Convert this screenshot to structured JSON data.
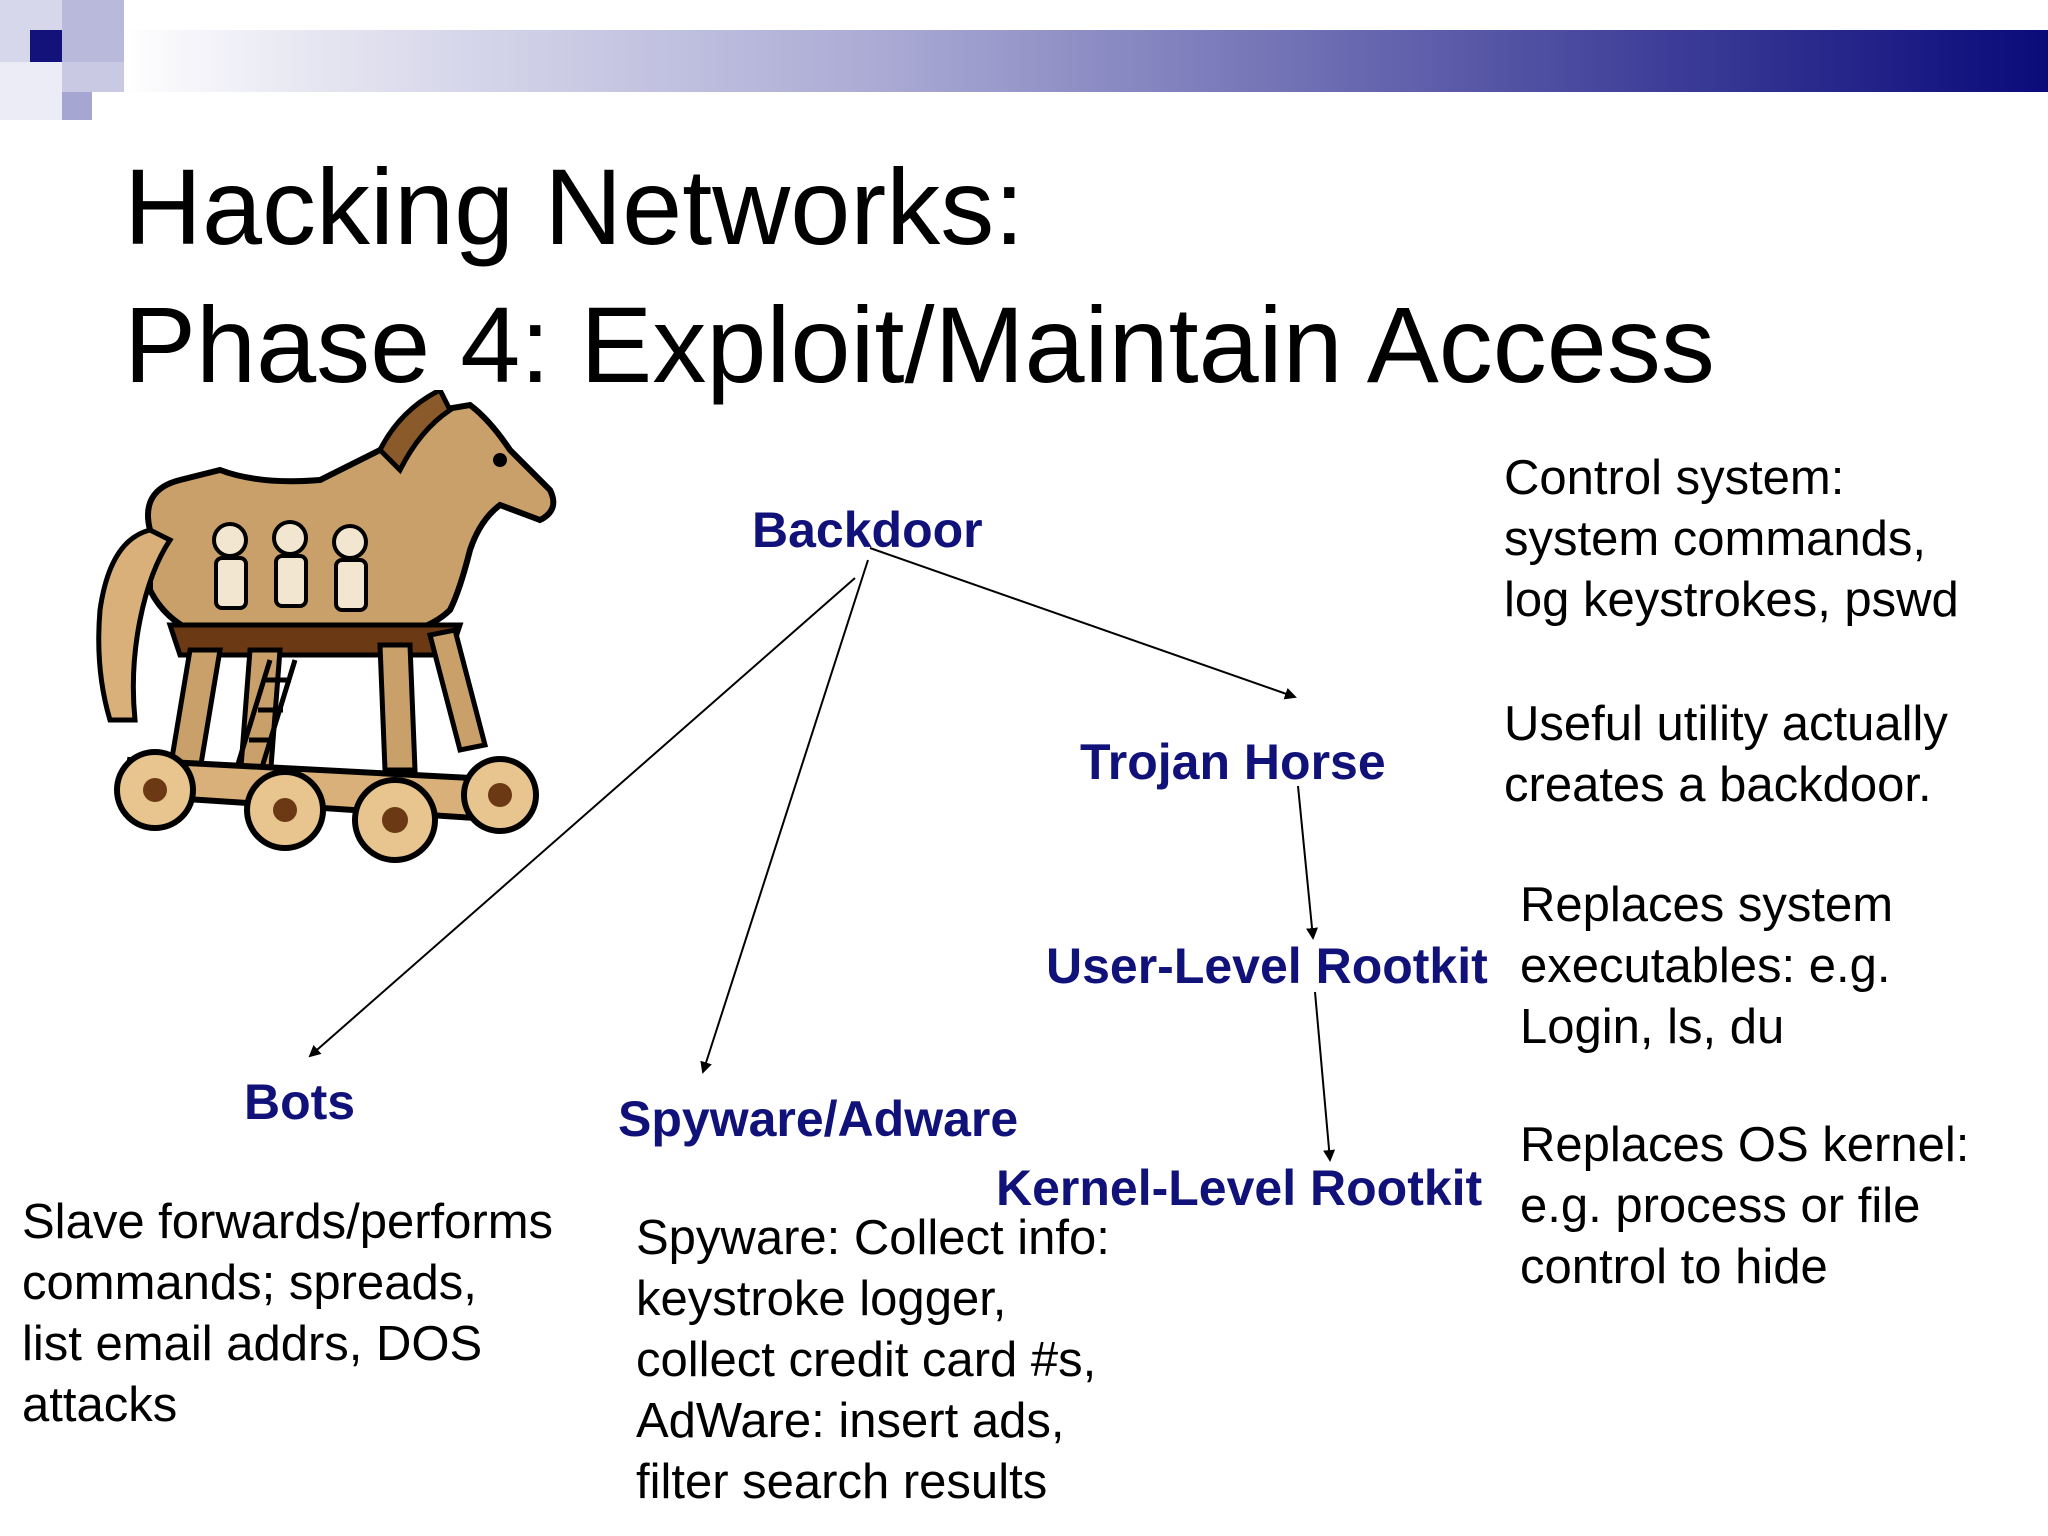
{
  "title": {
    "line1": "Hacking Networks:",
    "line2": "Phase 4:  Exploit/Maintain Access"
  },
  "nodes": {
    "backdoor": "Backdoor",
    "trojan_horse": "Trojan Horse",
    "user_rootkit": "User-Level Rootkit",
    "kernel_rootkit": "Kernel-Level Rootkit",
    "bots": "Bots",
    "spyware_adware": "Spyware/Adware"
  },
  "descriptions": {
    "backdoor": [
      "Control system:",
      "system commands,",
      "log keystrokes, pswd"
    ],
    "trojan_horse": [
      "Useful utility actually",
      "creates a backdoor."
    ],
    "user_rootkit": [
      "Replaces system",
      "executables: e.g.",
      "Login, ls, du"
    ],
    "kernel_rootkit": [
      "Replaces OS kernel:",
      "e.g. process or file",
      "control to hide"
    ],
    "bots": [
      "Slave forwards/performs",
      "commands; spreads,",
      "list email addrs, DOS",
      "attacks"
    ],
    "spyware_adware": [
      "Spyware: Collect info:",
      "keystroke logger,",
      "collect credit card #s,",
      "AdWare: insert ads,",
      "filter search results"
    ]
  },
  "colors": {
    "node_text": "#11117a",
    "header_dark": "#0a0a7a"
  },
  "icons": {
    "illustration": "trojan-horse-illustration"
  }
}
